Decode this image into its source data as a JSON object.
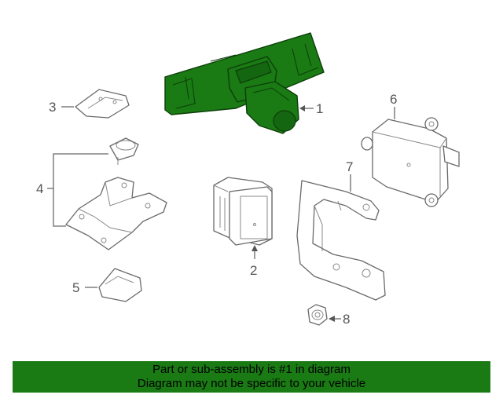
{
  "callouts": {
    "c1": "1",
    "c2": "2",
    "c3": "3",
    "c4": "4",
    "c5": "5",
    "c6": "6",
    "c7": "7",
    "c8": "8"
  },
  "banner": {
    "line1": "Part or sub-assembly is #1 in diagram",
    "line2": "Diagram may not be specific to your vehicle",
    "color": "#1a7a14"
  },
  "colors": {
    "highlight": "#1a7a14",
    "outline": "#6a6a6a"
  }
}
